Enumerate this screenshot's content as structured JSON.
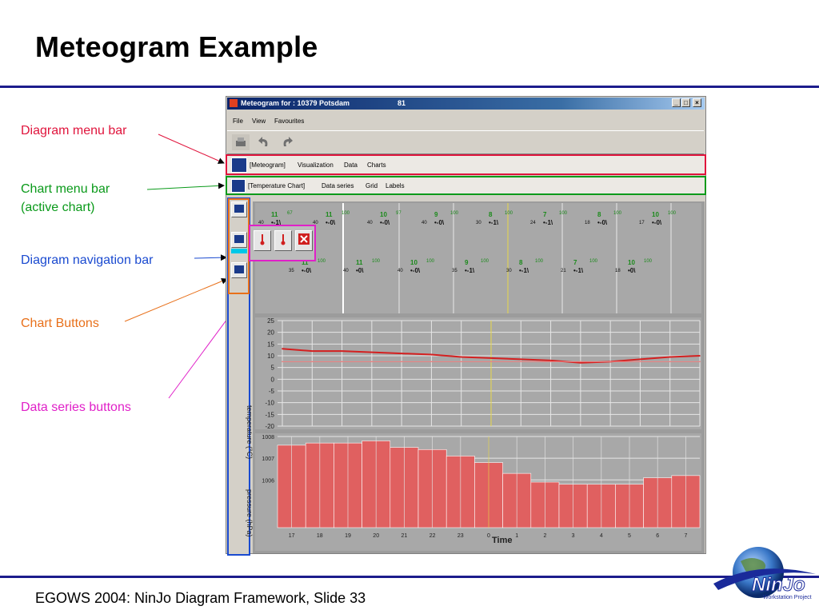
{
  "slide": {
    "title": "Meteogram Example",
    "footer": "EGOWS 2004: NinJo Diagram Framework, Slide 33",
    "logo_text": "NinJo",
    "logo_subtext": "Workstation Project"
  },
  "callouts": [
    {
      "label": "Diagram menu bar",
      "color": "#e0143c"
    },
    {
      "label": "Chart menu bar",
      "label2": "(active chart)",
      "color": "#0a9a1a"
    },
    {
      "label": "Diagram navigation bar",
      "color": "#1a4ad0"
    },
    {
      "label": "Chart Buttons",
      "color": "#e8701a"
    },
    {
      "label": "Data series buttons",
      "color": "#e020c8"
    }
  ],
  "window": {
    "title": "Meteogram for : 10379 Potsdam",
    "title_extra": "81",
    "controls": [
      "_",
      "□",
      "×"
    ],
    "menu": [
      "File",
      "View",
      "Favourites"
    ],
    "toolbar_icons": [
      "print-icon",
      "undo-icon",
      "redo-icon"
    ],
    "diagram_menu": [
      "[Meteogram]",
      "Visualization",
      "Data",
      "Charts"
    ],
    "chart_menu": [
      "[Temperature Chart]",
      "Data series",
      "Grid",
      "Labels"
    ]
  },
  "chart_data": [
    {
      "type": "line",
      "ylabel": "temperature (°C)",
      "ylim": [
        -20,
        25
      ],
      "yticks": [
        25,
        20,
        15,
        10,
        5,
        0,
        -5,
        -10,
        -15,
        -20
      ],
      "x": [
        17,
        18,
        19,
        20,
        21,
        22,
        23,
        0,
        1,
        2,
        3,
        4,
        5,
        6,
        7
      ],
      "series": [
        {
          "values": [
            13,
            12,
            12,
            11.5,
            11,
            10.5,
            9.5,
            9,
            8.5,
            8,
            7,
            7.5,
            8.5,
            9.5,
            10
          ],
          "color": "#d42020"
        },
        {
          "values": [
            7.5,
            7.5,
            7.5,
            7.5,
            7.5,
            7.5,
            7.5,
            7.5,
            7.5,
            7.5,
            7.5,
            7.5,
            7.5,
            7.5,
            7.5
          ],
          "color": "#f08080"
        }
      ],
      "grid": true
    },
    {
      "type": "bar",
      "ylabel": "pressure (hPa)",
      "ylim": [
        1003.8,
        1008
      ],
      "yticks": [
        1008,
        1007,
        1006
      ],
      "categories": [
        "17",
        "18",
        "19",
        "20",
        "21",
        "22",
        "23",
        "0",
        "1",
        "2",
        "3",
        "4",
        "5",
        "6",
        "7"
      ],
      "values": [
        1007.6,
        1007.7,
        1007.7,
        1007.8,
        1007.5,
        1007.4,
        1007.1,
        1006.8,
        1006.3,
        1005.9,
        1005.8,
        1005.8,
        1005.8,
        1006.1,
        1006.2
      ],
      "xlabel": "Time",
      "color": "#e06060",
      "grid": true
    }
  ],
  "stations": [
    {
      "t": "11",
      "w": "67",
      "p": "40",
      "v": "-1"
    },
    {
      "t": "11",
      "w": "100",
      "p": "40",
      "v": "-0"
    },
    {
      "t": "10",
      "w": "97",
      "p": "40",
      "v": "-0"
    },
    {
      "t": "9",
      "w": "100",
      "p": "40",
      "v": "-0"
    },
    {
      "t": "8",
      "w": "100",
      "p": "30",
      "v": "-1"
    },
    {
      "t": "7",
      "w": "100",
      "p": "24",
      "v": "-1"
    },
    {
      "t": "8",
      "w": "100",
      "p": "18",
      "v": "-0"
    },
    {
      "t": "10",
      "w": "100",
      "p": "17",
      "v": "-0"
    },
    {
      "t": "11",
      "w": "100",
      "p": "35",
      "v": "-0"
    },
    {
      "t": "11",
      "w": "100",
      "p": "40",
      "v": "0"
    },
    {
      "t": "10",
      "w": "100",
      "p": "40",
      "v": "-0"
    },
    {
      "t": "9",
      "w": "100",
      "p": "35",
      "v": "-1"
    },
    {
      "t": "8",
      "w": "100",
      "p": "30",
      "v": "-1"
    },
    {
      "t": "7",
      "w": "100",
      "p": "21",
      "v": "-1"
    },
    {
      "t": "10",
      "w": "100",
      "p": "18",
      "v": "0"
    }
  ]
}
